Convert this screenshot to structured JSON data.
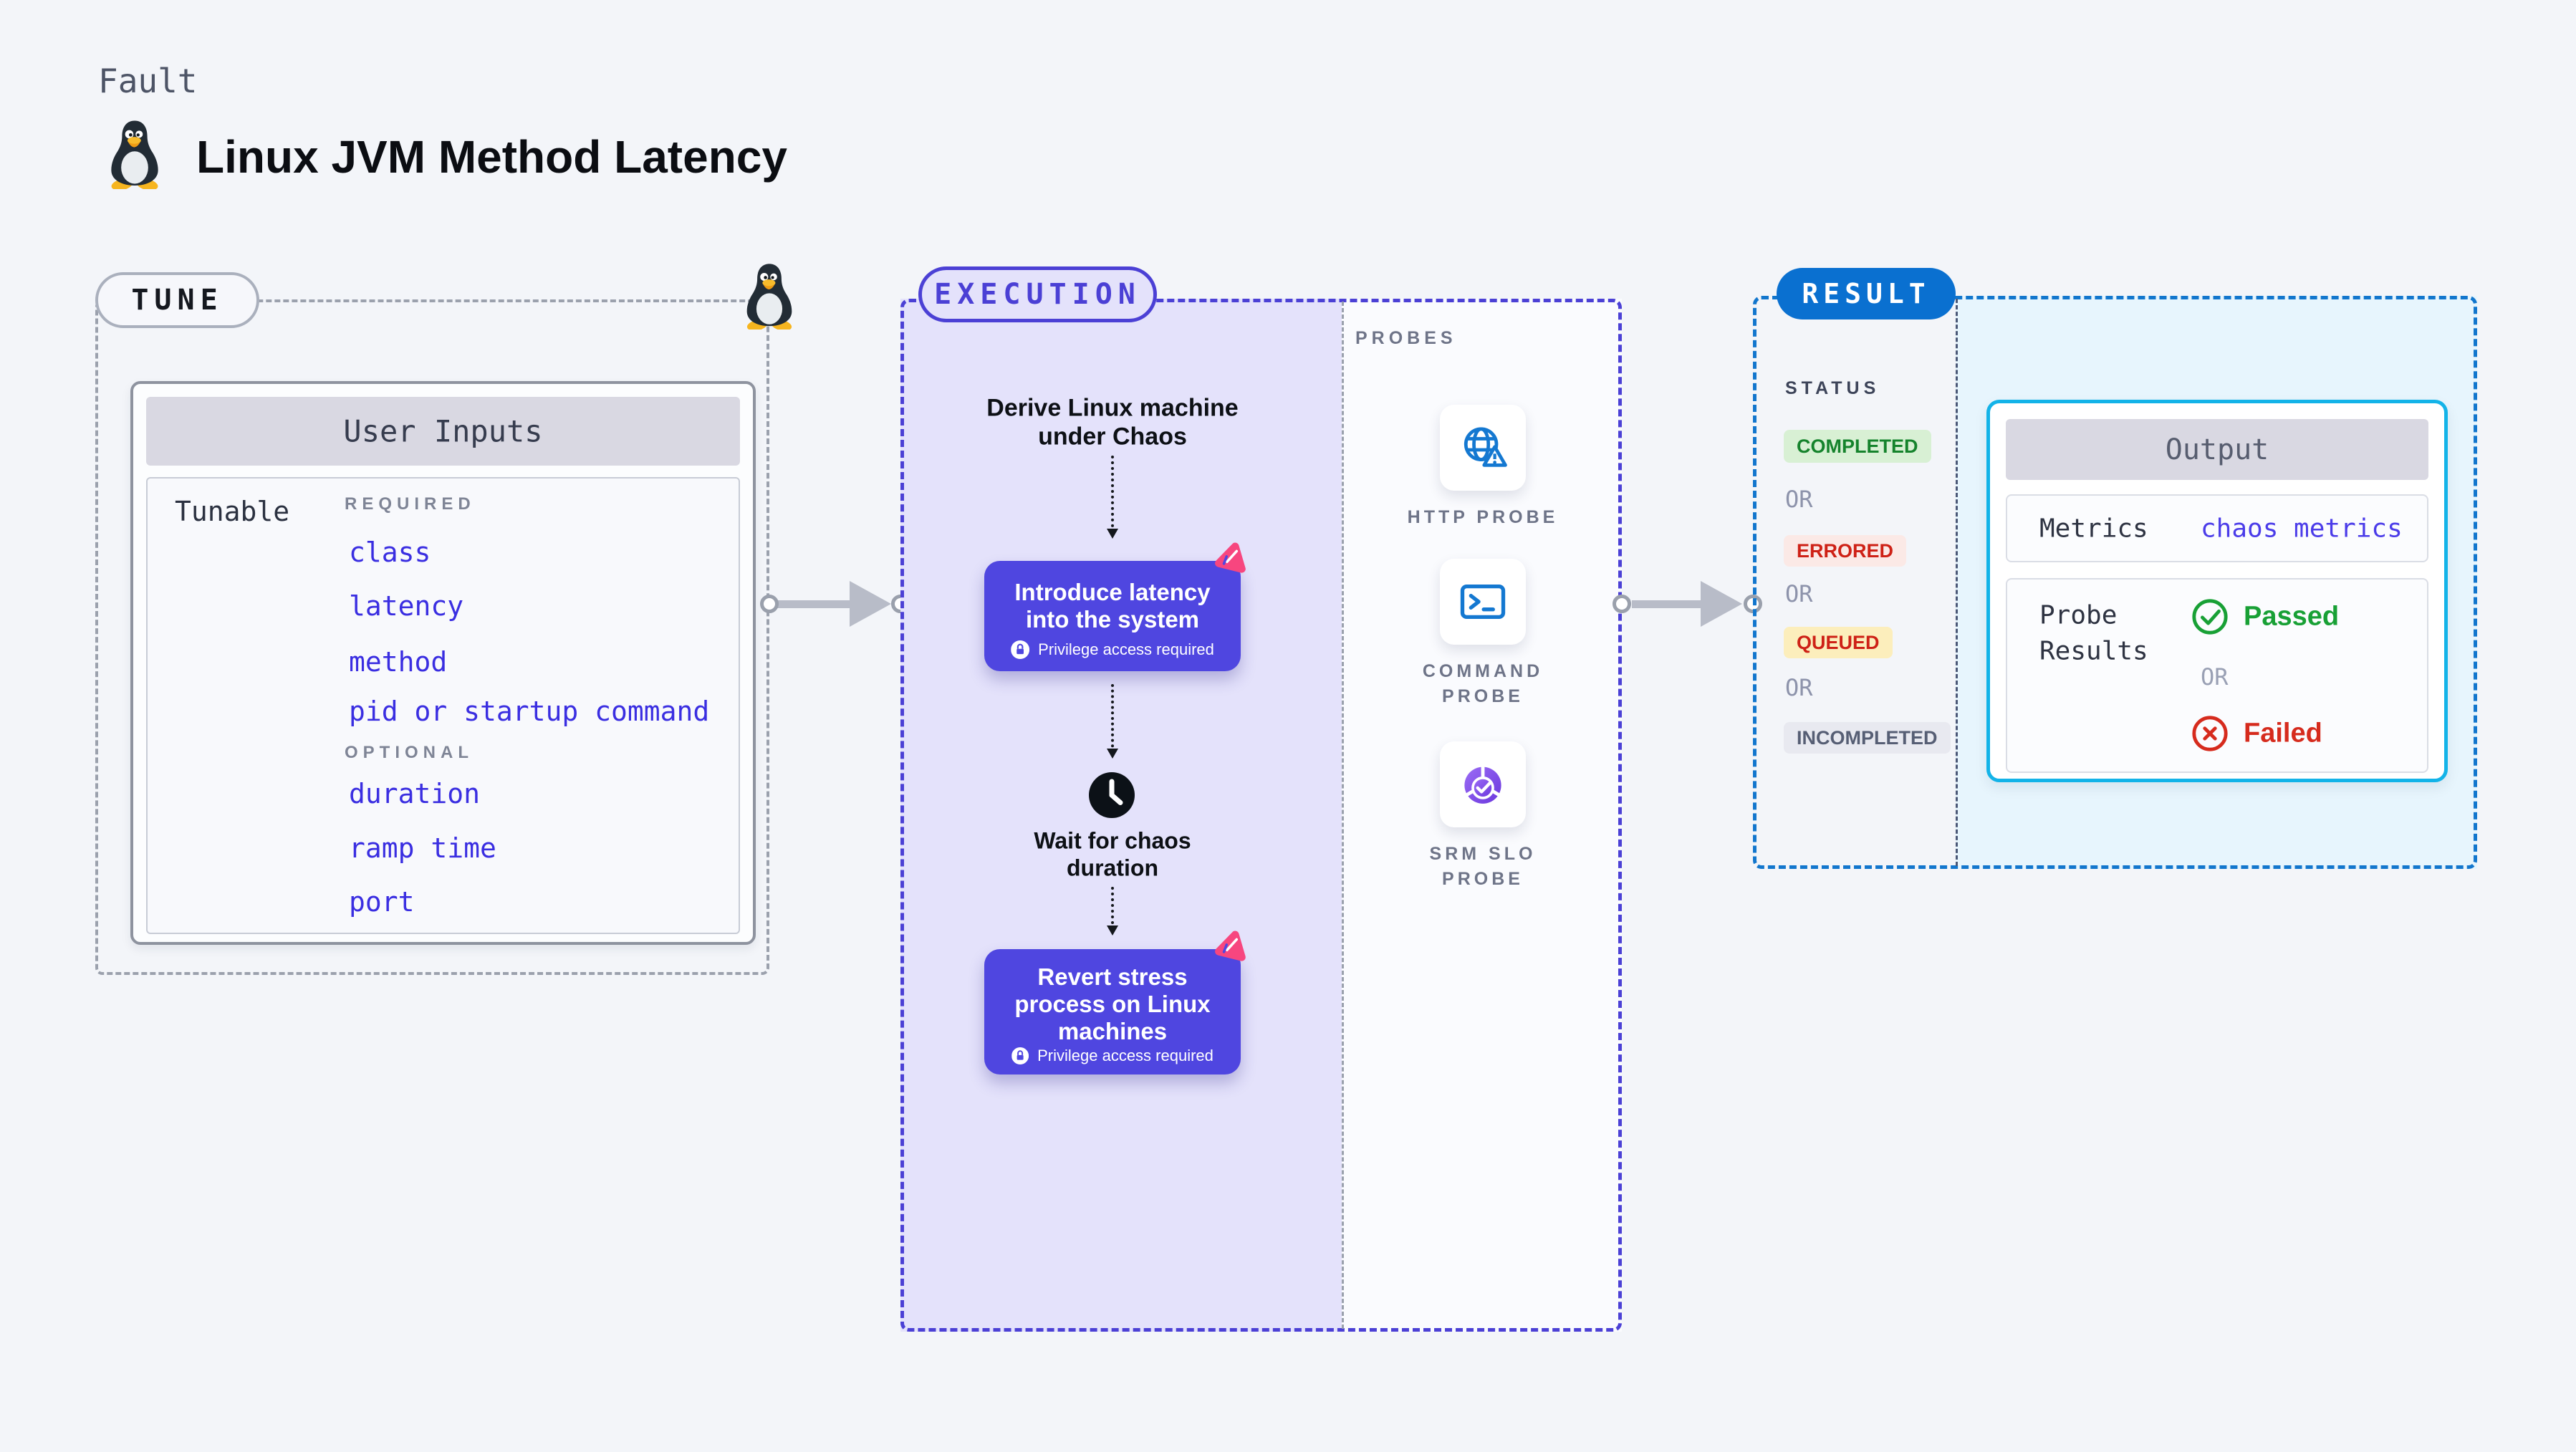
{
  "header": {
    "kicker": "Fault",
    "title": "Linux JVM Method Latency"
  },
  "tune": {
    "badge": "TUNE",
    "card_title": "User Inputs",
    "row_label": "Tunable",
    "required_label": "REQUIRED",
    "required_items": [
      "class",
      "latency",
      "method",
      "pid or startup command"
    ],
    "optional_label": "OPTIONAL",
    "optional_items": [
      "duration",
      "ramp time",
      "port"
    ]
  },
  "execution": {
    "badge": "EXECUTION",
    "derive_lines": [
      "Derive Linux machine",
      "under Chaos"
    ],
    "inject_lines": [
      "Introduce latency",
      "into the system"
    ],
    "privilege": "Privilege access required",
    "wait_lines": [
      "Wait for chaos",
      "duration"
    ],
    "revert_lines": [
      "Revert stress",
      "process on Linux",
      "machines"
    ]
  },
  "probes": {
    "label": "PROBES",
    "items": [
      {
        "icon": "globe-alert-icon",
        "label_lines": [
          "HTTP PROBE",
          ""
        ]
      },
      {
        "icon": "terminal-icon",
        "label_lines": [
          "COMMAND",
          "PROBE"
        ]
      },
      {
        "icon": "slo-gauge-icon",
        "label_lines": [
          "SRM SLO",
          "PROBE"
        ]
      }
    ]
  },
  "result": {
    "badge": "RESULT",
    "status_label": "STATUS",
    "or": "OR",
    "statuses": [
      "COMPLETED",
      "ERRORED",
      "QUEUED",
      "INCOMPLETED"
    ],
    "output": {
      "title": "Output",
      "metrics_label": "Metrics",
      "metrics_value": "chaos metrics",
      "probe_results_lines": [
        "Probe",
        "Results"
      ],
      "passed": "Passed",
      "failed": "Failed"
    }
  },
  "colors": {
    "accent_indigo": "#4b40d5",
    "box_purple": "#4f46e0",
    "link_blue": "#3a2ee1",
    "result_blue": "#0a70d0",
    "cyan_border": "#13b3e8",
    "green": "#18a035",
    "red": "#d62b1d",
    "pink": "#f7467f",
    "probe_blue": "#1478d1",
    "srm_purple": "#6b37dd"
  }
}
